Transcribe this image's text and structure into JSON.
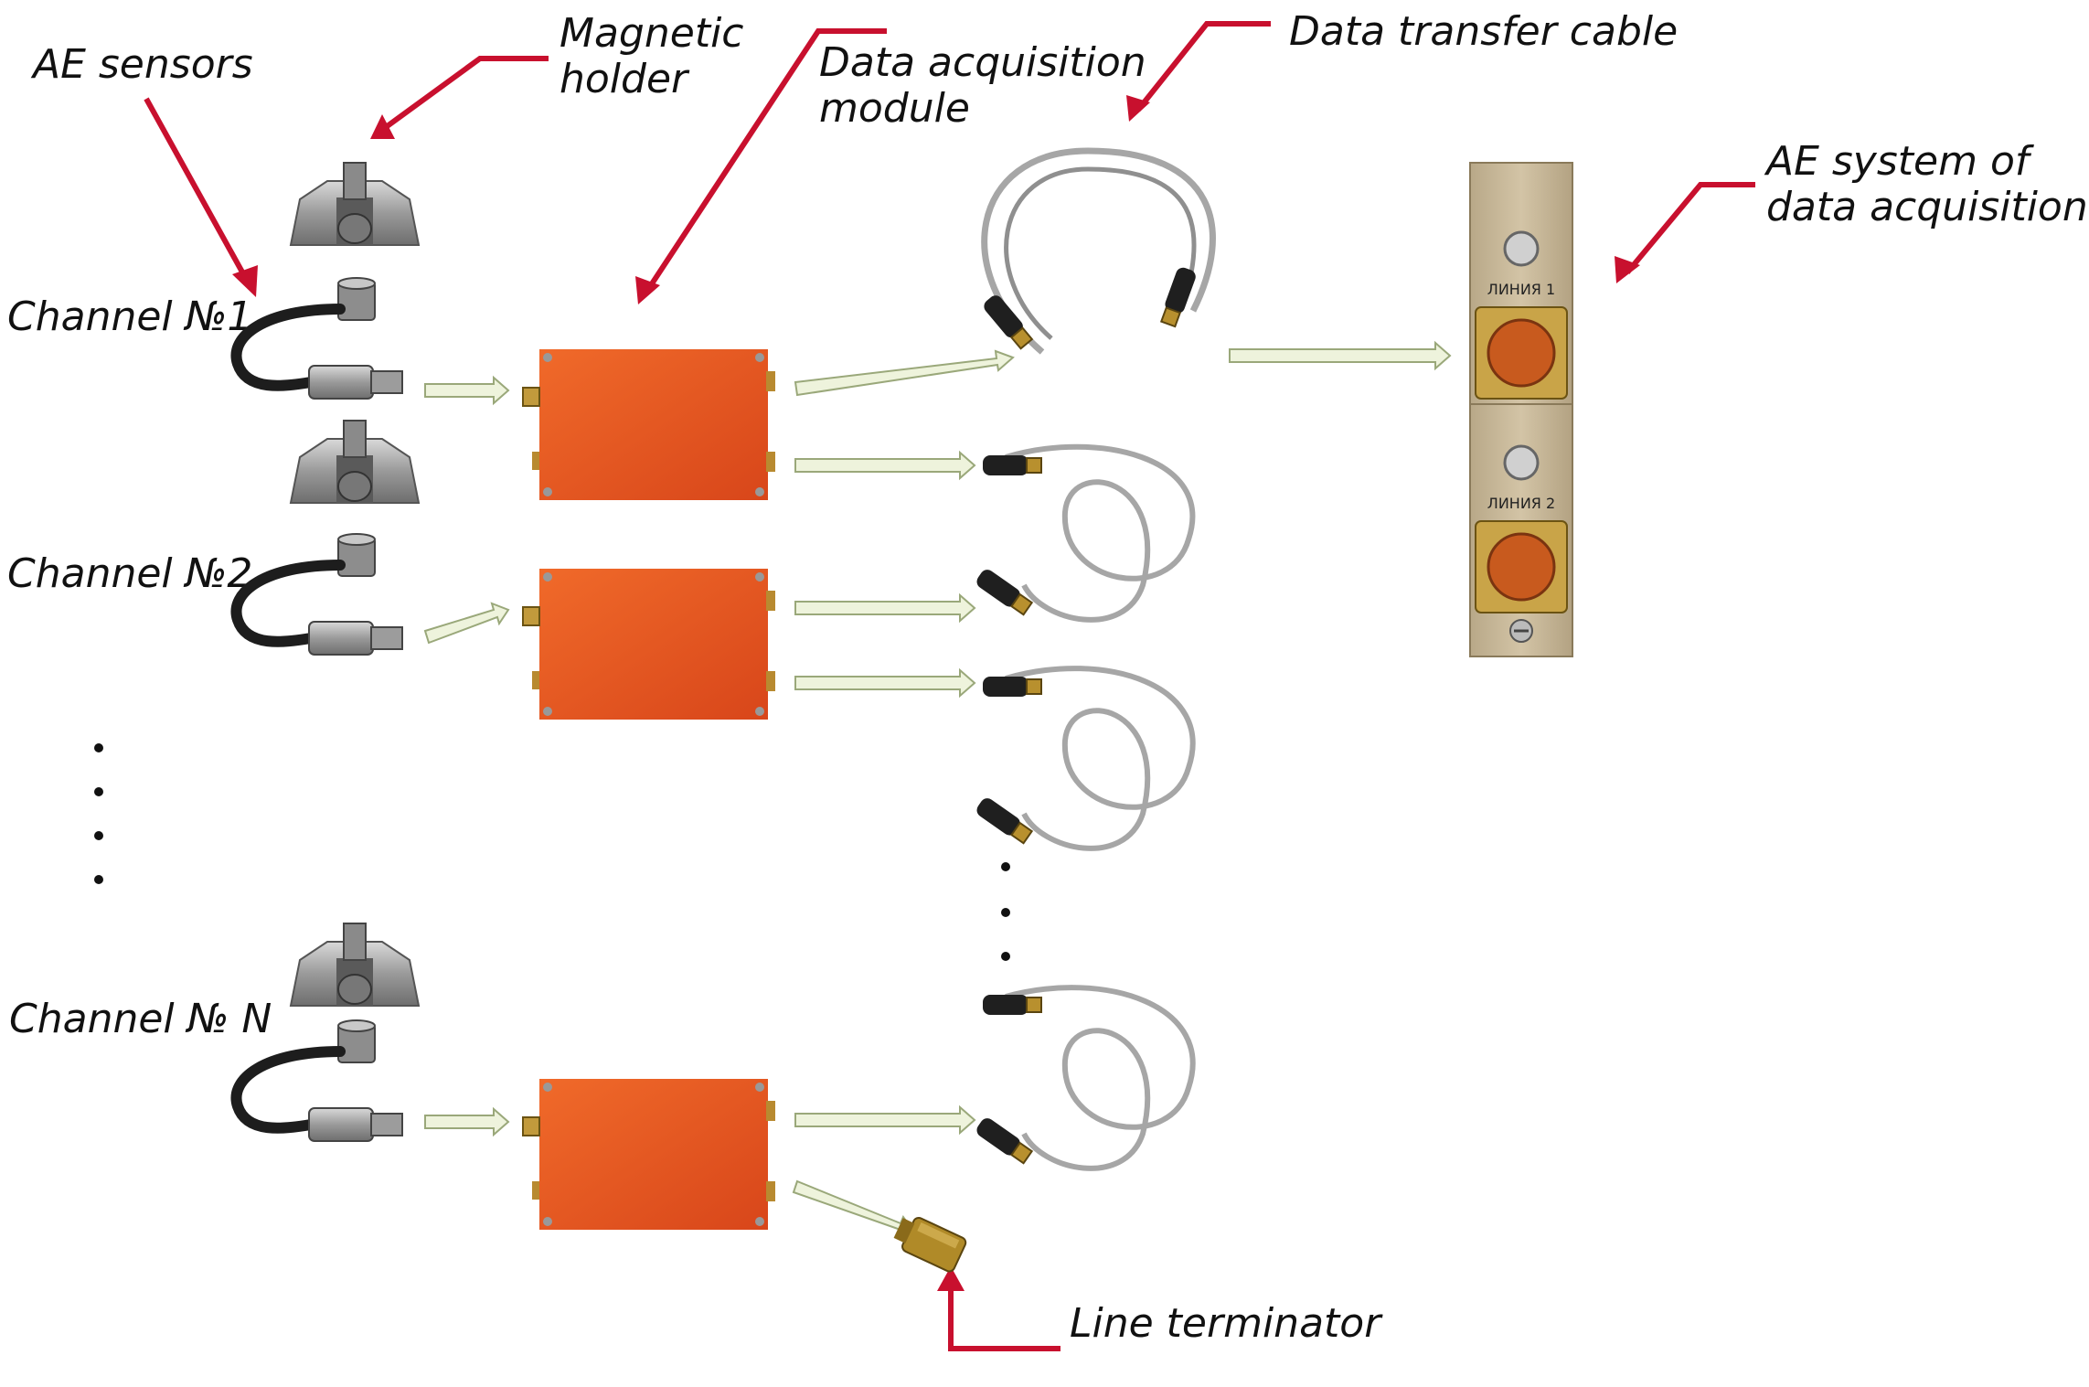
{
  "labels": {
    "ae_sensors": "AE sensors",
    "magnetic_holder": [
      "Magnetic",
      "holder"
    ],
    "data_acquisition_module": [
      "Data acquisition",
      "module"
    ],
    "data_transfer_cable": "Data transfer cable",
    "ae_system": [
      "AE system of",
      "data acquisition"
    ],
    "line_terminator": "Line terminator",
    "channels": [
      "Channel №1",
      "Channel №2",
      "Channel № N"
    ]
  },
  "panel": {
    "line1": "ЛИНИЯ 1",
    "line2": "ЛИНИЯ 2"
  },
  "colors": {
    "module": "#e8541e",
    "callout_arrow": "#c8102e",
    "flow_arrow_fill": "#eef3dc",
    "flow_arrow_stroke": "#9aa87a",
    "panel": "#c9b99a",
    "connector": "#c8a23a"
  }
}
